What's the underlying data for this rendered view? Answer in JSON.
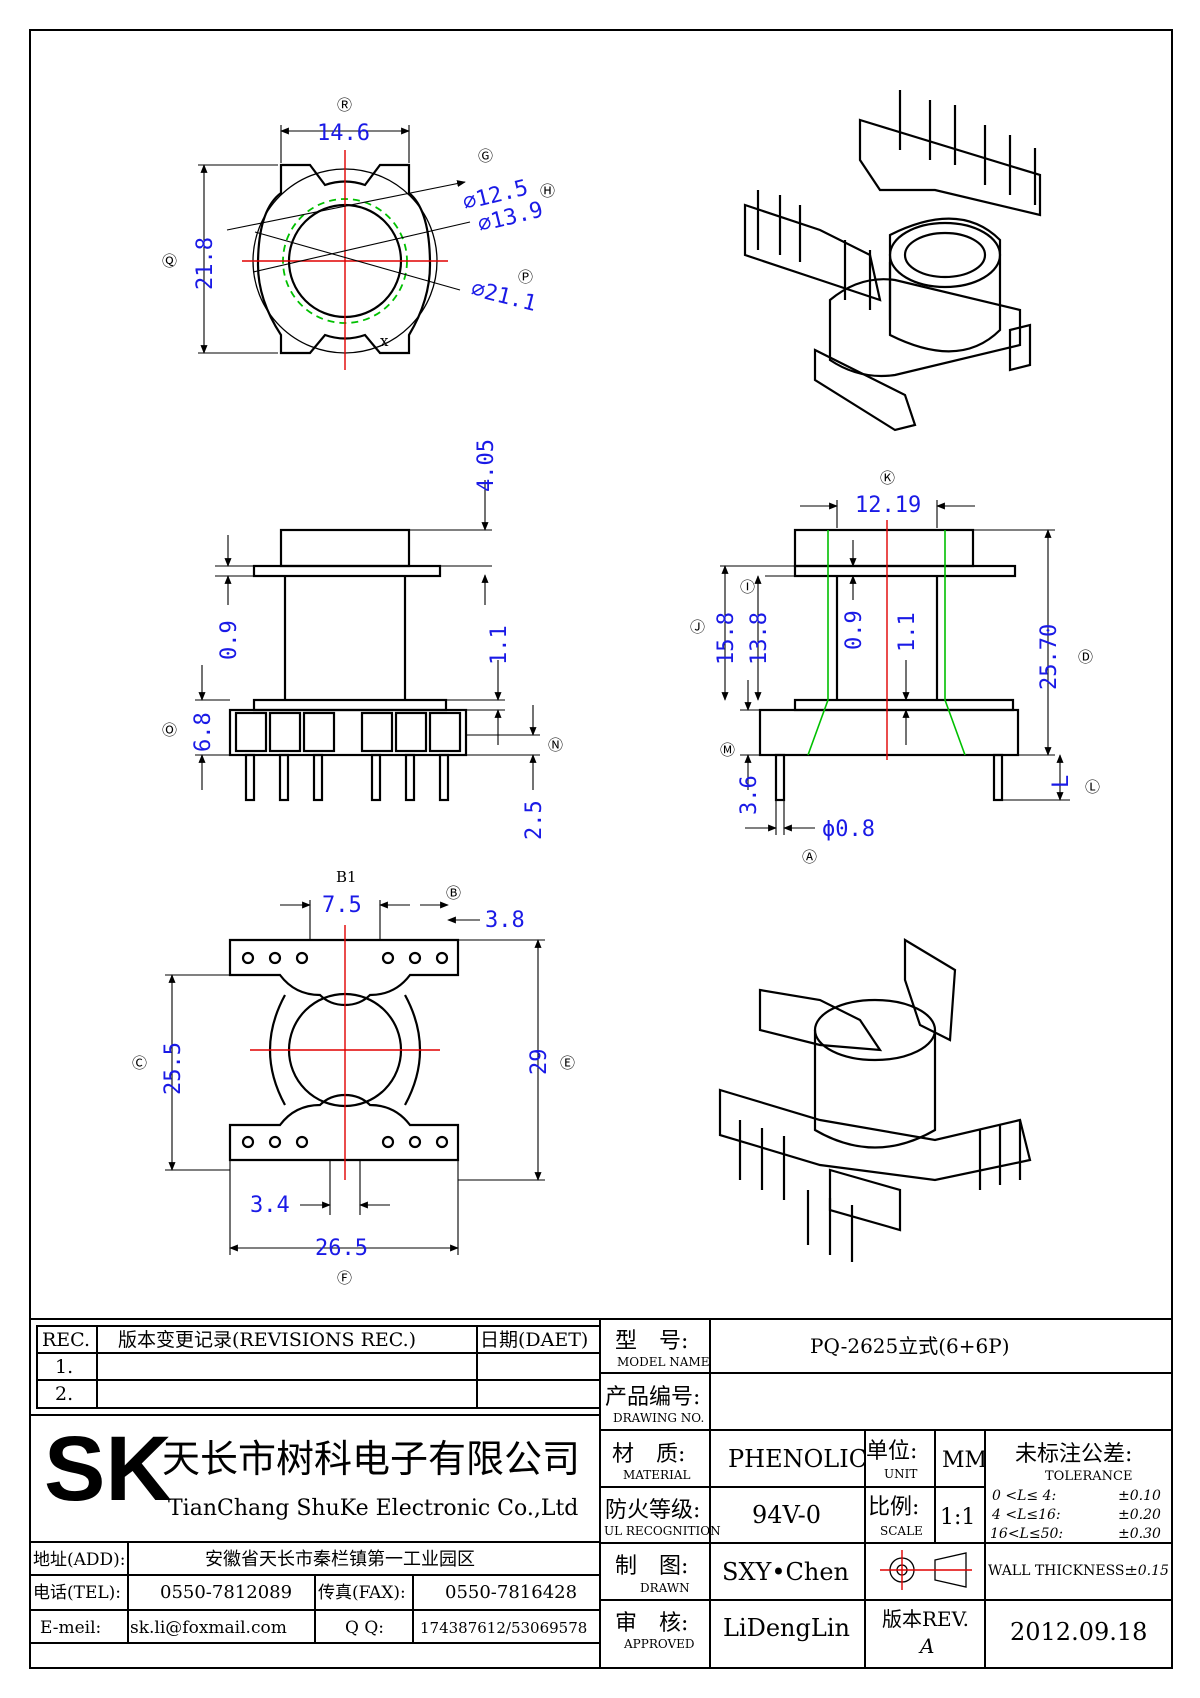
{
  "top_view": {
    "labels": {
      "R": "Ⓡ",
      "Q": "Ⓠ",
      "G": "Ⓖ",
      "H": "Ⓗ",
      "P": "Ⓟ"
    },
    "dims": {
      "width": "14.6",
      "height": "21.8",
      "d1": "⌀12.5",
      "d2": "⌀13.9",
      "d3": "⌀21.1"
    },
    "mark": "x"
  },
  "side_view": {
    "labels": {
      "O": "Ⓞ",
      "N": "Ⓝ"
    },
    "dims": {
      "top": "4.05",
      "flange": "0.9",
      "gap": "1.1",
      "base": "6.8",
      "pin": "2.5"
    }
  },
  "section_view": {
    "labels": {
      "K": "Ⓚ",
      "I": "Ⓘ",
      "J": "Ⓙ",
      "D": "Ⓓ",
      "M": "Ⓜ",
      "L": "Ⓛ",
      "A": "Ⓐ"
    },
    "dims": {
      "width": "12.19",
      "inner": "13.8",
      "outer": "15.8",
      "flange": "0.9",
      "gap": "1.1",
      "total": "25.70",
      "base": "3.6",
      "pin_dia": "ϕ0.8",
      "pin_len": "L"
    }
  },
  "bottom_view": {
    "labels": {
      "B1": "B1",
      "B": "Ⓑ",
      "C": "Ⓒ",
      "E": "Ⓔ",
      "F": "Ⓕ"
    },
    "dims": {
      "slot": "7.5",
      "pitch": "3.8",
      "height": "25.5",
      "outer": "29",
      "center": "3.4",
      "width": "26.5"
    }
  },
  "title_block": {
    "rev_header": "REC.",
    "rev_title": "版本变更记录(REVISIONS REC.)",
    "date_header": "日期(DAET)",
    "rev_rows": [
      "1.",
      "2."
    ],
    "model_label": "型　号:",
    "model_sub": "MODEL NAME",
    "model_value": "PQ-2625立式(6+6P)",
    "drawing_label": "产品编号:",
    "drawing_sub": "DRAWING NO.",
    "drawing_value": "",
    "company_logo": "SK",
    "company_cn": "天长市树科电子有限公司",
    "company_en": "TianChang ShuKe Electronic Co.,Ltd",
    "material_label": "材　质:",
    "material_sub": "MATERIAL",
    "material_value": "PHENOLIC",
    "unit_label": "单位:",
    "unit_sub": "UNIT",
    "unit_value": "MM",
    "ul_label": "防火等级:",
    "ul_sub": "UL RECOGNITION",
    "ul_value": "94V-0",
    "scale_label": "比例:",
    "scale_sub": "SCALE",
    "scale_value": "1:1",
    "tol_label": "未标注公差:",
    "tol_sub": "TOLERANCE",
    "tol_rows": [
      {
        "range": "0 <L≤ 4:",
        "value": "±0.10"
      },
      {
        "range": "4 <L≤16:",
        "value": "±0.20"
      },
      {
        "range": "16<L≤50:",
        "value": "±0.30"
      }
    ],
    "wall_label": "WALL THICKNESS:",
    "wall_value": "±0.15",
    "drawn_label": "制　图:",
    "drawn_sub": "DRAWN",
    "drawn_value": "SXY•Chen",
    "approved_label": "审　核:",
    "approved_sub": "APPROVED",
    "approved_value": "LiDengLin",
    "rev_label": "版本REV.",
    "rev_value": "A",
    "date_value": "2012.09.18",
    "addr_label": "地址(ADD):",
    "addr_value": "安徽省天长市秦栏镇第一工业园区",
    "tel_label": "电话(TEL):",
    "tel_value": "0550-7812089",
    "fax_label": "传真(FAX):",
    "fax_value": "0550-7816428",
    "email_label": "E-meil:",
    "email_value": "sk.li@foxmail.com",
    "qq_label": "Q Q:",
    "qq_value": "174387612/53069578"
  }
}
